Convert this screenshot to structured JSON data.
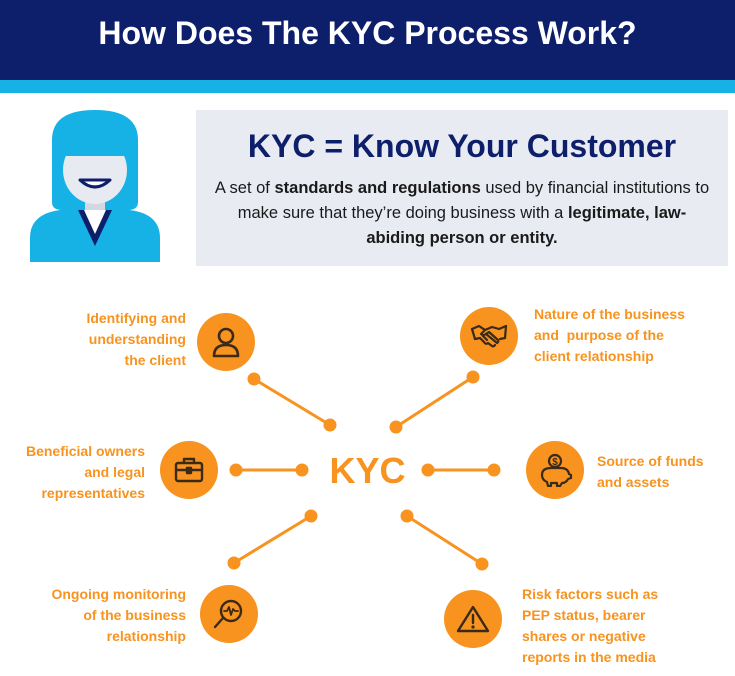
{
  "header": {
    "title": "How Does The KYC Process Work?"
  },
  "definition": {
    "title": "KYC = Know Your Customer",
    "text_1": "A set of ",
    "text_bold_1": "standards and regulations",
    "text_2": " used by financial institutions to make sure that they’re doing business with a ",
    "text_bold_2": "legitimate, law-abiding person or entity."
  },
  "diagram": {
    "center_label": "KYC",
    "items": [
      {
        "icon": "person-icon",
        "lines": [
          "Identifying and",
          "understanding",
          "the client"
        ]
      },
      {
        "icon": "handshake-icon",
        "lines": [
          "Nature of the business",
          "and  purpose of the",
          "client relationship"
        ]
      },
      {
        "icon": "briefcase-icon",
        "lines": [
          "Beneficial owners",
          "and legal",
          "representatives"
        ]
      },
      {
        "icon": "piggy-bank-icon",
        "lines": [
          "Source of funds",
          "and assets"
        ]
      },
      {
        "icon": "magnifier-icon",
        "lines": [
          "Ongoing monitoring",
          "of the business",
          "relationship"
        ]
      },
      {
        "icon": "warning-icon",
        "lines": [
          "Risk factors such as",
          "PEP status, bearer",
          "shares or negative",
          "reports in the media"
        ]
      }
    ]
  },
  "colors": {
    "navy": "#0d1f6b",
    "cyan": "#16b2e6",
    "orange": "#f7931e",
    "panel": "#e9ebf3"
  }
}
